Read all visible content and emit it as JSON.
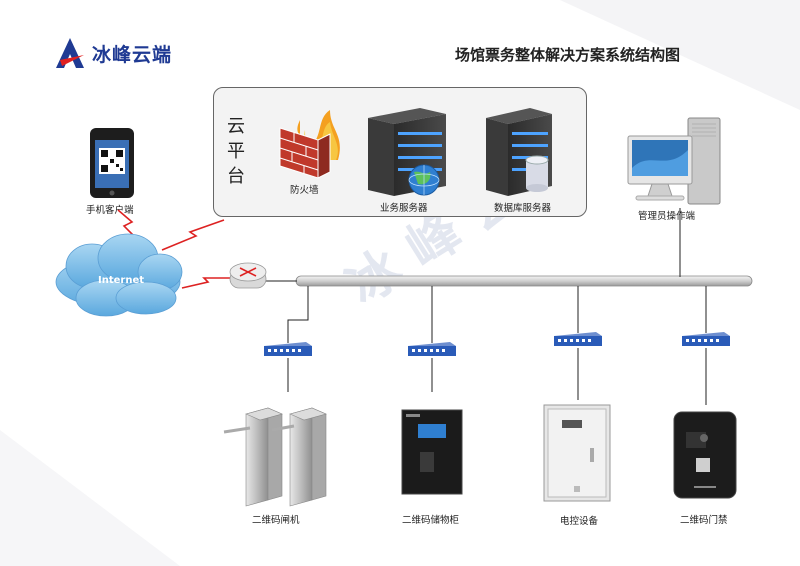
{
  "title": "场馆票务整体解决方案系统结构图",
  "brand": {
    "name": "冰峰云端",
    "color": "#1f3a93",
    "accent": "#e02020"
  },
  "watermark": "冰峰云端",
  "cloud_platform": {
    "label": "云平台",
    "firewall": "防火墙",
    "business_server": "业务服务器",
    "database_server": "数据库服务器"
  },
  "mobile_client": "手机客户端",
  "internet": "Internet",
  "admin_terminal": "管理员操作端",
  "devices": {
    "turnstile": "二维码闸机",
    "locker": "二维码储物柜",
    "control": "电控设备",
    "door": "二维码门禁"
  },
  "icons": [
    "logo-icon",
    "phone-icon",
    "firewall-icon",
    "server-icon",
    "globe-icon",
    "database-icon",
    "cloud-icon",
    "router-icon",
    "switch-icon",
    "computer-icon",
    "turnstile-icon",
    "locker-icon",
    "control-box-icon",
    "door-access-icon"
  ]
}
